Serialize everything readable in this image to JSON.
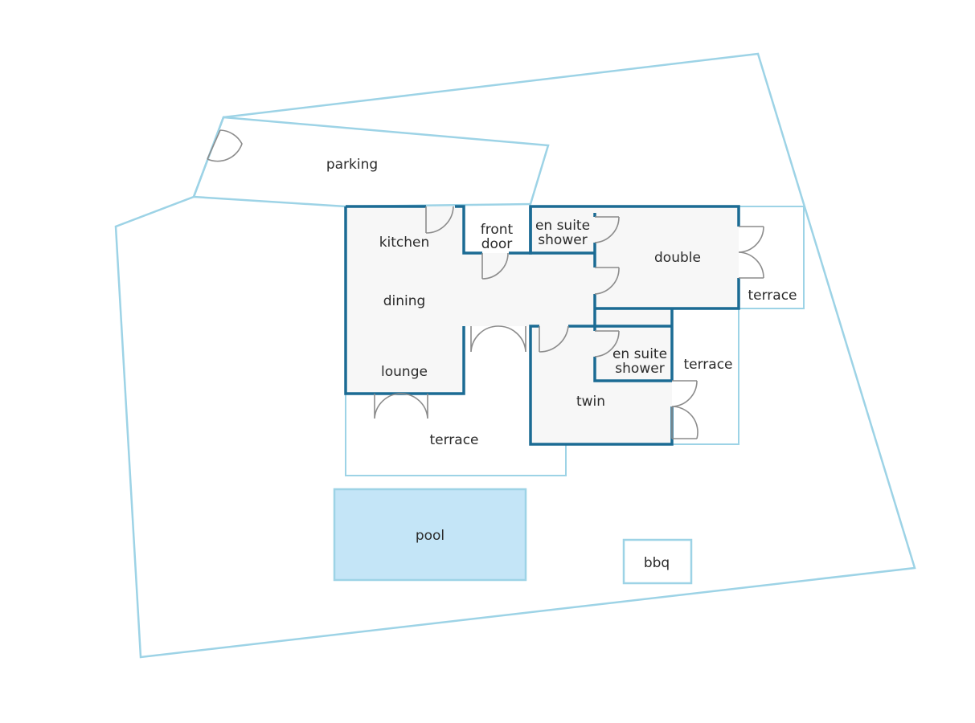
{
  "labels": {
    "parking": "parking",
    "kitchen": "kitchen",
    "front_door_1": "front",
    "front_door_2": "door",
    "ensuite_1_line1": "en suite",
    "ensuite_1_line2": "shower",
    "double": "double",
    "terrace_double": "terrace",
    "dining": "dining",
    "lounge": "lounge",
    "ensuite_2_line1": "en suite",
    "ensuite_2_line2": "shower",
    "terrace_twin": "terrace",
    "twin": "twin",
    "terrace_main": "terrace",
    "pool": "pool",
    "bbq": "bbq"
  },
  "colors": {
    "plot_outline": "#9dd3e6",
    "walls": "#1b6b94",
    "floor": "#f7f7f7",
    "pool_fill": "#c4e5f7",
    "doors": "#8c8c8c"
  }
}
